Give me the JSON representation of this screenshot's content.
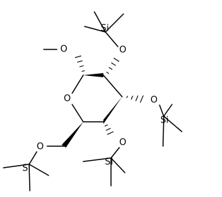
{
  "molecule": {
    "atoms": {
      "ring_oxygen": "O",
      "methoxy_oxygen": "O",
      "o2": "O",
      "o3": "O",
      "o4": "O",
      "o6": "O",
      "si2": "Si",
      "si3": "Si",
      "si4": "Si",
      "si6": "Si"
    },
    "colors": {
      "ink": "#000000",
      "background": "#ffffff"
    }
  }
}
